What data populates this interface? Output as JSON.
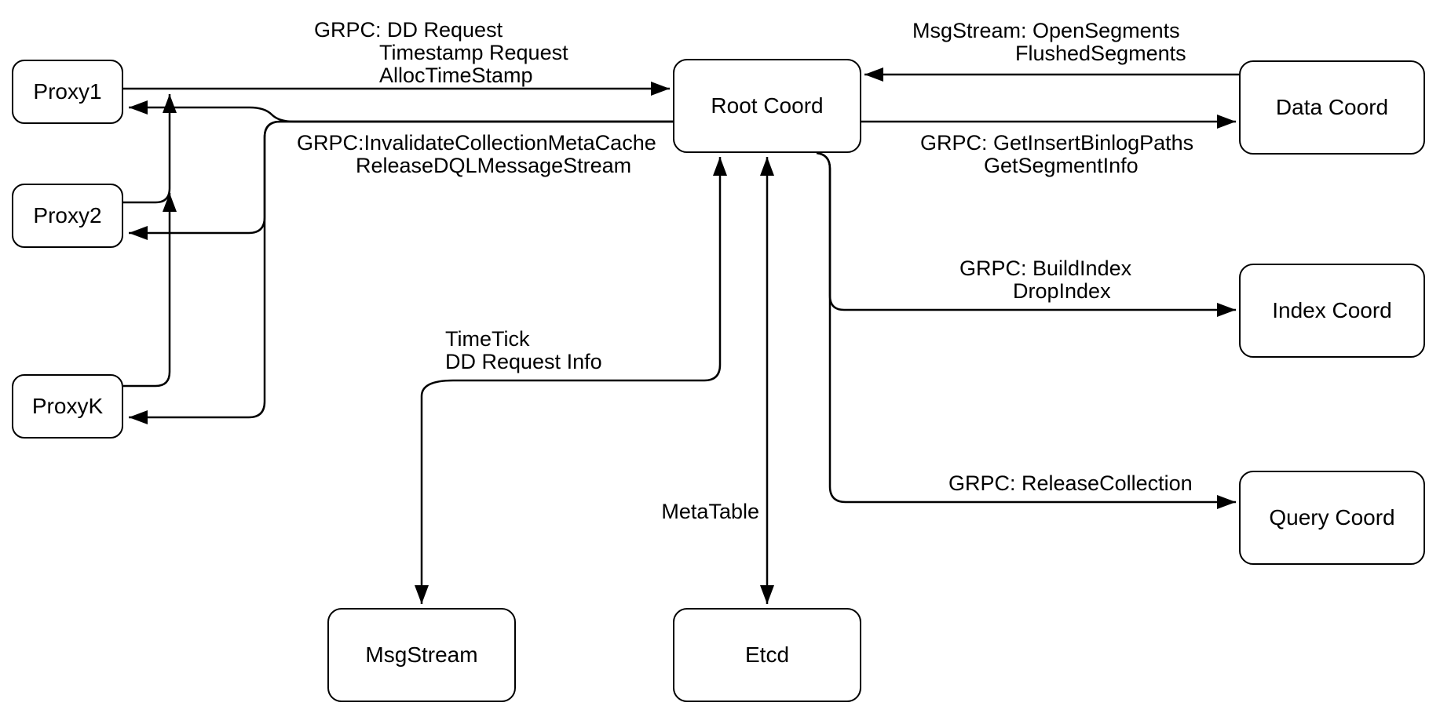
{
  "diagram": {
    "colors": {
      "stroke": "#000000",
      "background": "#ffffff",
      "node_fill": "#ffffff"
    },
    "nodes": [
      {
        "id": "proxy1",
        "label": "Proxy1"
      },
      {
        "id": "proxy2",
        "label": "Proxy2"
      },
      {
        "id": "proxyk",
        "label": "ProxyK"
      },
      {
        "id": "root-coord",
        "label": "Root Coord"
      },
      {
        "id": "data-coord",
        "label": "Data Coord"
      },
      {
        "id": "index-coord",
        "label": "Index Coord"
      },
      {
        "id": "query-coord",
        "label": "Query Coord"
      },
      {
        "id": "msgstream",
        "label": "MsgStream"
      },
      {
        "id": "etcd",
        "label": "Etcd"
      }
    ],
    "edge_labels": {
      "proxy_to_root": {
        "lines": [
          "GRPC: DD Request",
          "Timestamp Request",
          "AllocTimeStamp"
        ]
      },
      "root_to_proxy": {
        "lines": [
          "GRPC:InvalidateCollectionMetaCache",
          "ReleaseDQLMessageStream"
        ]
      },
      "data_to_root": {
        "lines": [
          "MsgStream: OpenSegments",
          "FlushedSegments"
        ]
      },
      "root_to_data": {
        "lines": [
          "GRPC: GetInsertBinlogPaths",
          "GetSegmentInfo"
        ]
      },
      "root_to_index": {
        "lines": [
          "GRPC: BuildIndex",
          "DropIndex"
        ]
      },
      "root_to_query": {
        "lines": [
          "GRPC: ReleaseCollection"
        ]
      },
      "root_to_msgstream": {
        "lines": [
          "TimeTick",
          "DD Request Info"
        ]
      },
      "root_to_etcd": {
        "lines": [
          "MetaTable"
        ]
      }
    },
    "edges": [
      {
        "from": "Proxy1",
        "to": "Root Coord",
        "label": "GRPC: DD Request / Timestamp Request / AllocTimeStamp",
        "arrow": "to"
      },
      {
        "from": "Proxy2",
        "to": "Proxy1 outgoing line",
        "label": "",
        "arrow": "to"
      },
      {
        "from": "ProxyK",
        "to": "Proxy2 outgoing line",
        "label": "",
        "arrow": "to"
      },
      {
        "from": "Root Coord",
        "to": "Proxy1",
        "label": "GRPC:InvalidateCollectionMetaCache / ReleaseDQLMessageStream",
        "arrow": "to"
      },
      {
        "from": "Root Coord",
        "to": "Proxy2",
        "label": "",
        "arrow": "to"
      },
      {
        "from": "Root Coord",
        "to": "ProxyK",
        "label": "",
        "arrow": "to"
      },
      {
        "from": "Data Coord",
        "to": "Root Coord",
        "label": "MsgStream: OpenSegments / FlushedSegments",
        "arrow": "to"
      },
      {
        "from": "Root Coord",
        "to": "Data Coord",
        "label": "GRPC: GetInsertBinlogPaths / GetSegmentInfo",
        "arrow": "to"
      },
      {
        "from": "Root Coord",
        "to": "Index Coord",
        "label": "GRPC: BuildIndex / DropIndex",
        "arrow": "to"
      },
      {
        "from": "Root Coord",
        "to": "Query Coord",
        "label": "GRPC: ReleaseCollection",
        "arrow": "to"
      },
      {
        "from": "Root Coord",
        "to": "MsgStream",
        "label": "TimeTick / DD Request Info",
        "arrow": "both"
      },
      {
        "from": "Root Coord",
        "to": "Etcd",
        "label": "MetaTable",
        "arrow": "both"
      }
    ]
  }
}
